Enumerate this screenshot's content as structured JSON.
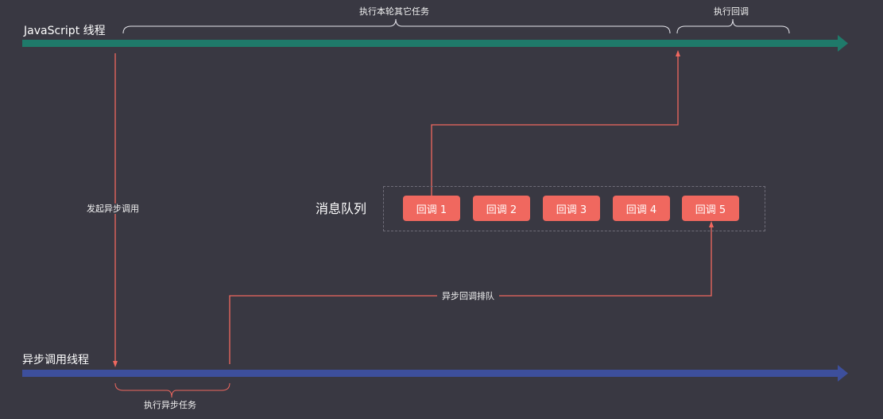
{
  "colors": {
    "background": "#393842",
    "js_thread": "#1f7a6a",
    "async_thread": "#3d4f9c",
    "flow": "#f0685f",
    "callback_fill": "#f0685f",
    "dashed_border": "#6f6d79"
  },
  "threads": {
    "js_label": "JavaScript 线程",
    "async_label": "异步调用线程"
  },
  "brackets": {
    "other_tasks": "执行本轮其它任务",
    "exec_callback": "执行回调",
    "exec_async": "执行异步任务"
  },
  "flows": {
    "initiate_async": "发起异步调用",
    "enqueue_callback": "异步回调排队"
  },
  "queue": {
    "title": "消息队列",
    "callbacks": [
      "回调 1",
      "回调 2",
      "回调 3",
      "回调 4",
      "回调 5"
    ]
  }
}
